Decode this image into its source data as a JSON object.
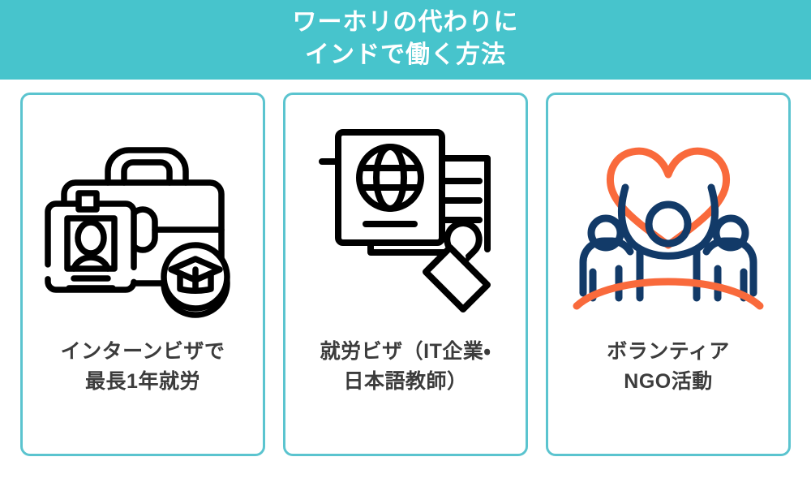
{
  "header": {
    "title_line1": "ワーホリの代わりに",
    "title_line2": "インドで働く方法",
    "background_color": "#47c4cc",
    "text_color": "#ffffff"
  },
  "theme": {
    "card_border_color": "#5bc4cf",
    "card_background": "#ffffff",
    "page_background": "#ffffff",
    "caption_color": "#3c3c3c",
    "icon_line_color": "#000000",
    "accent_navy": "#123a68",
    "accent_orange": "#f96a3c"
  },
  "cards": [
    {
      "id": "intern-visa",
      "icon_name": "briefcase-id-badge-graduation-icon",
      "caption_line1": "インターンビザで",
      "caption_line2": "最長1年就労"
    },
    {
      "id": "work-visa",
      "icon_name": "passport-document-stamp-icon",
      "caption_line1": "就労ビザ（IT企業・",
      "caption_line2": "日本語教師）"
    },
    {
      "id": "volunteer-ngo",
      "icon_name": "people-heart-community-icon",
      "caption_line1": "ボランティア",
      "caption_line2": "NGO活動"
    }
  ]
}
